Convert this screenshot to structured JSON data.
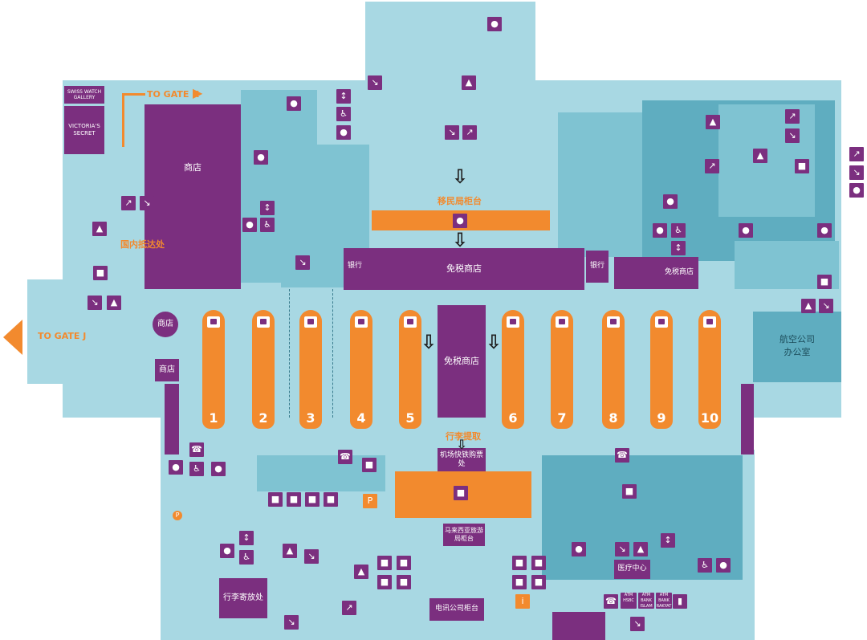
{
  "labels": {
    "to_gate_k": "TO GATE K",
    "to_gate_j": "TO GATE J",
    "swiss_watch": "SWISS WATCH GALLERY",
    "victorias_secret": "VICTORIA'S SECRET",
    "shop": "商店",
    "duty_free": "免税商店",
    "bank": "银行",
    "immigration": "移民局柜台",
    "domestic_transfer": "国内抵达处",
    "airline_office": "航空公司办公室",
    "baggage_claim": "行李提取",
    "airport_express": "机场快铁购票处",
    "tourism_counter": "马来西亚旅游局柜台",
    "luggage_storage": "行李寄放处",
    "medical_center": "医疗中心",
    "telecom_counter": "电讯公司柜台",
    "atm_hsbc": "ATM HSBC",
    "atm_bank_islam": "ATM BANK ISLAM",
    "atm_bank_rakyat": "ATM BANK RAKYAT",
    "parking": "P",
    "info": "i"
  },
  "belts": [
    "1",
    "2",
    "3",
    "4",
    "5",
    "6",
    "7",
    "8",
    "9",
    "10"
  ],
  "colors": {
    "floor_light": "#a8d8e3",
    "floor_mid": "#7fc3d2",
    "floor_dark": "#5fadc0",
    "shop_purple": "#7b2f7f",
    "accent_orange": "#f28a2e"
  }
}
